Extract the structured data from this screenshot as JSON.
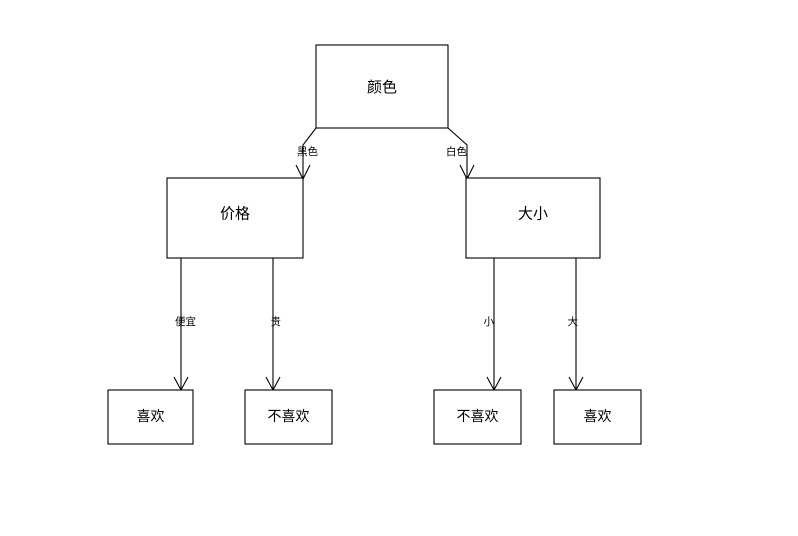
{
  "diagram": {
    "type": "decision-tree",
    "title": "",
    "background_color": "#ffffff",
    "line_color": "#000000",
    "box_fill": "#ffffff",
    "root": {
      "label": "颜色"
    },
    "internal_nodes": [
      {
        "label": "价格"
      },
      {
        "label": "大小"
      }
    ],
    "leaves": [
      {
        "label": "喜欢"
      },
      {
        "label": "不喜欢"
      },
      {
        "label": "不喜欢"
      },
      {
        "label": "喜欢"
      }
    ],
    "edges": [
      {
        "from": "颜色",
        "to": "价格",
        "label": "黑色"
      },
      {
        "from": "颜色",
        "to": "大小",
        "label": "白色"
      },
      {
        "from": "价格",
        "to": "喜欢",
        "label": "便宜"
      },
      {
        "from": "价格",
        "to": "不喜欢",
        "label": "贵"
      },
      {
        "from": "大小",
        "to": "不喜欢",
        "label": "小"
      },
      {
        "from": "大小",
        "to": "喜欢",
        "label": "大"
      }
    ]
  }
}
